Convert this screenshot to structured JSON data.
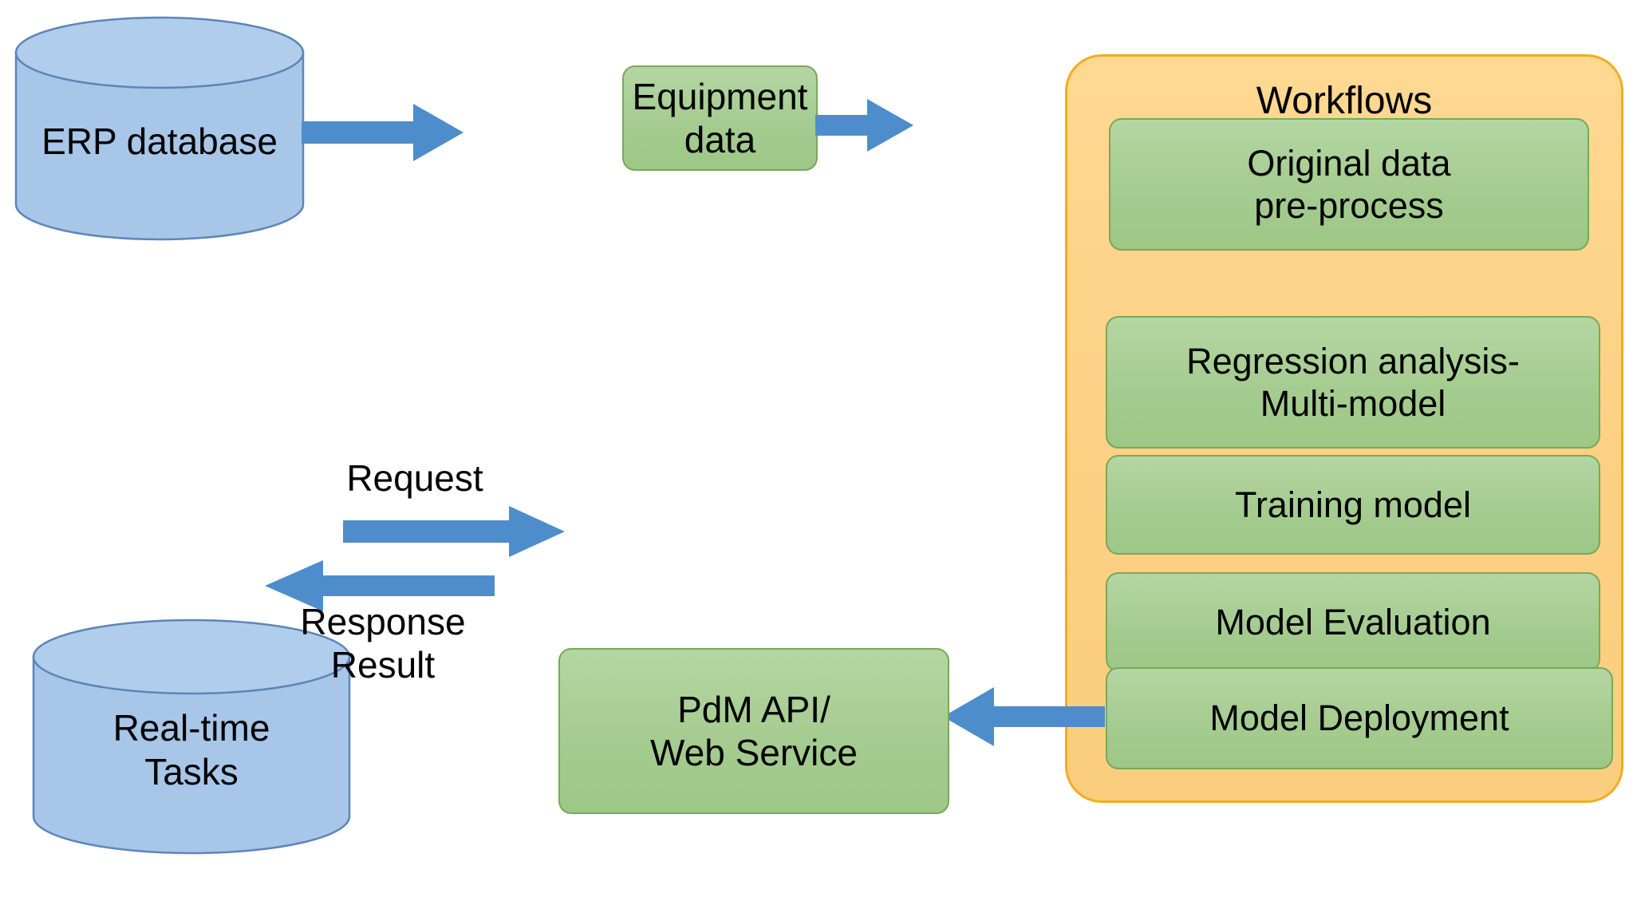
{
  "diagram": {
    "title": "Predictive Maintenance (PdM) architecture flow",
    "colors": {
      "cylinder_fill": "#a7c6e8",
      "cylinder_top_fill": "#b1cdec",
      "cylinder_stroke": "#5c86b8",
      "box_fill": "#a8cf93",
      "box_stroke": "#7aa858",
      "container_fill": "#fbd086",
      "container_stroke": "#f0ae1e",
      "arrow_fill": "#4e8dcb",
      "text": "#000000",
      "background": "#ffffff"
    }
  },
  "nodes": {
    "erp_database": {
      "label": "ERP database",
      "shape": "cylinder"
    },
    "equipment_data": {
      "label": "Equipment data",
      "shape": "rounded-rect"
    },
    "realtime_tasks": {
      "label": "Real-time\nTasks",
      "shape": "cylinder"
    },
    "pdm_api": {
      "label": "PdM API/\nWeb Service",
      "shape": "rounded-rect"
    }
  },
  "workflows": {
    "title": "Workflows",
    "steps": [
      {
        "label": "Original data\npre-process"
      },
      {
        "label": "Regression analysis-\nMulti-model"
      },
      {
        "label": "Training model"
      },
      {
        "label": "Model Evaluation"
      },
      {
        "label": "Model Deployment"
      }
    ]
  },
  "edges": [
    {
      "id": "erp-to-equipment",
      "from": "ERP database",
      "to": "Equipment data",
      "label": "",
      "direction": "right"
    },
    {
      "id": "equipment-to-workflows",
      "from": "Equipment data",
      "to": "Workflows",
      "label": "",
      "direction": "right"
    },
    {
      "id": "deployment-to-pdm",
      "from": "Model Deployment",
      "to": "PdM API/Web Service",
      "label": "",
      "direction": "left"
    },
    {
      "id": "tasks-to-pdm",
      "from": "Real-time Tasks",
      "to": "PdM API/Web Service",
      "label": "Request",
      "direction": "right"
    },
    {
      "id": "pdm-to-tasks",
      "from": "PdM API/Web Service",
      "to": "Real-time Tasks",
      "label": "Response\nResult",
      "direction": "left"
    }
  ],
  "edge_labels": {
    "request": "Request",
    "response_result": "Response\nResult"
  }
}
